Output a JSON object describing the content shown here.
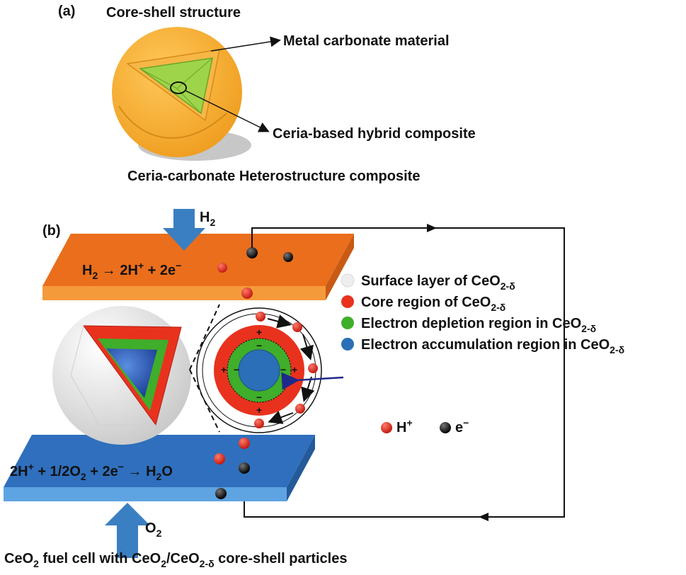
{
  "panel_a": {
    "label": "(a)",
    "title": "Core-shell structure",
    "label_shell": "Metal carbonate material",
    "label_core": "Ceria-based hybrid composite",
    "caption": "Ceria-carbonate Heterostructure composite"
  },
  "panel_b": {
    "label": "(b)",
    "anode_input": {
      "main": "H",
      "sub": "2"
    },
    "cathode_input": {
      "main": "O",
      "sub": "2"
    },
    "anode_reaction": {
      "p1": "H",
      "p1_sub": "2",
      "arrow": " → 2H",
      "sup1": "+",
      "p2": " + 2e",
      "sup2": "−"
    },
    "cathode_reaction": {
      "p1": "2H",
      "sup1": "+",
      "p2": " + 1/2O",
      "sub1": "2",
      "p3": " + 2e",
      "sup2": "−",
      "arrow": " → H",
      "sub2": "2",
      "p4": "O"
    },
    "legend": [
      {
        "text": "Surface layer of CeO",
        "sub": "2-δ",
        "color": "#eeeeee"
      },
      {
        "text": "Core region of CeO",
        "sub": "2-δ",
        "color": "#e8321e"
      },
      {
        "text": "Electron depletion region in CeO",
        "sub": "2-δ",
        "color": "#3fae2a"
      },
      {
        "text": "Electron accumulation region in CeO",
        "sub": "2-δ",
        "color": "#2a6fb7"
      }
    ],
    "carriers": {
      "proton": "H",
      "proton_sup": "+",
      "electron": "e",
      "electron_sup": "−"
    },
    "charge_plus": "+",
    "charge_minus": "−",
    "caption": {
      "p1": "CeO",
      "sub1": "2",
      "p2": " fuel cell with CeO",
      "sub2": "2",
      "p3": "/CeO",
      "sub3": "2-δ",
      "p4": " core-shell particles"
    }
  },
  "colors": {
    "shell_orange": "#f5ac2e",
    "core_green": "#9ed44a",
    "anode_plate": "#ee7a22",
    "cathode_plate": "#2f78c4",
    "arrow_blue": "#3a7fc1",
    "proton_red": "#e0291c",
    "electron_black": "#111111"
  }
}
